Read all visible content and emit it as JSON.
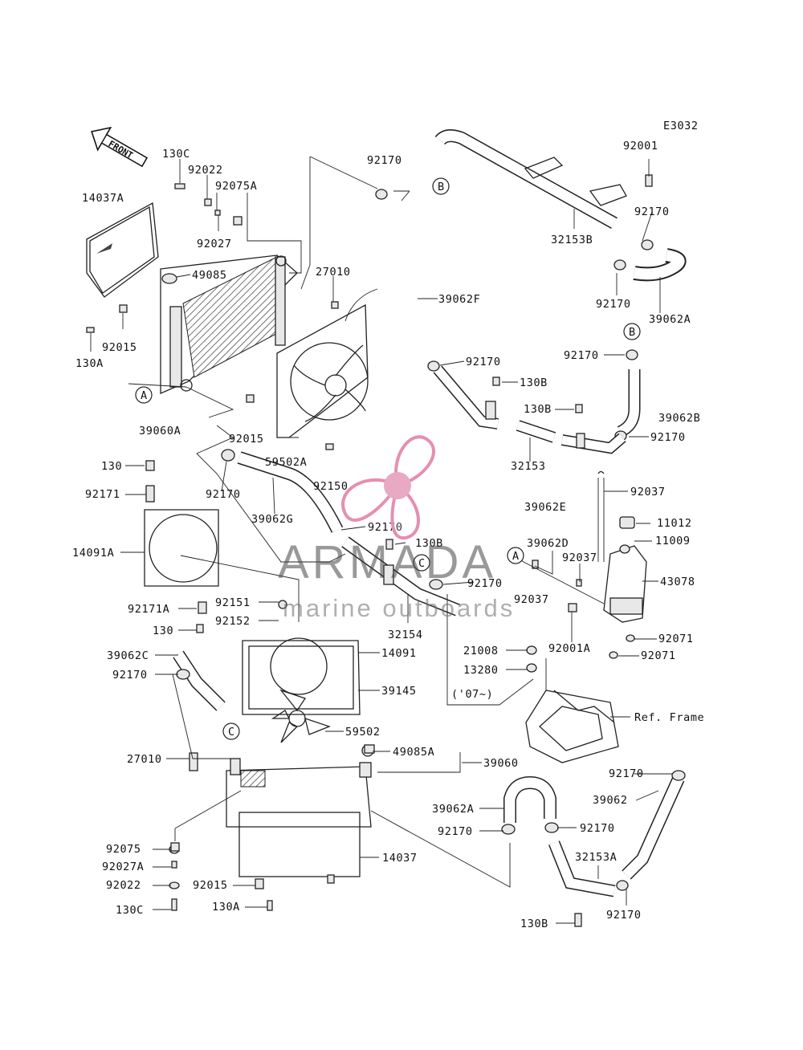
{
  "diagram_code": "E3032",
  "front_arrow": "FRONT",
  "callouts": {
    "A": "A",
    "B": "B",
    "C": "C"
  },
  "note_year": "('07~)",
  "ref_frame": "Ref. Frame",
  "watermark": {
    "brand": "ARMADA",
    "tagline": "marine outboards",
    "logo_color": "#e58fb0"
  },
  "parts": {
    "p130C_top": "130C",
    "p92022_top": "92022",
    "p92075A": "92075A",
    "p14037A": "14037A",
    "p92027_top": "92027",
    "p49085": "49085",
    "p27010_top": "27010",
    "p92015_top": "92015",
    "p130A_top": "130A",
    "p39060A": "39060A",
    "p92015_mid": "92015",
    "p59502A": "59502A",
    "p92150": "92150",
    "p92170_a": "92170",
    "p92170_b": "92170",
    "p39062F": "39062F",
    "p92170_c": "92170",
    "p92001": "92001",
    "p92170_d": "92170",
    "p32153B": "32153B",
    "p92170_e": "92170",
    "p39062A": "39062A",
    "p92170_f": "92170",
    "p130B_a": "130B",
    "p130B_b": "130B",
    "p39062B": "39062B",
    "p92170_g": "92170",
    "p32153": "32153",
    "p92037_a": "92037",
    "p39062E": "39062E",
    "p11012": "11012",
    "p11009": "11009",
    "p39062D": "39062D",
    "p92037_b": "92037",
    "p43078": "43078",
    "p92037_c": "92037",
    "p92001A": "92001A",
    "p92071_a": "92071",
    "p92071_b": "92071",
    "p130_top": "130",
    "p92171": "92171",
    "p14091A": "14091A",
    "p39062G": "39062G",
    "p92170_h": "92170",
    "p130B_c": "130B",
    "p92170_i": "92170",
    "p92171A": "92171A",
    "p130_mid": "130",
    "p92151": "92151",
    "p92152": "92152",
    "p32154": "32154",
    "p21008": "21008",
    "p13280": "13280",
    "p39062C": "39062C",
    "p14091": "14091",
    "p92170_j": "92170",
    "p39145": "39145",
    "p59502": "59502",
    "p27010_bot": "27010",
    "p49085A": "49085A",
    "p39060": "39060",
    "p92170_k": "92170",
    "p39062": "39062",
    "p39062A_b": "39062A",
    "p92170_l": "92170",
    "p92170_m": "92170",
    "p32153A": "32153A",
    "p92075": "92075",
    "p92027A": "92027A",
    "p92022_bot": "92022",
    "p92015_bot": "92015",
    "p14037": "14037",
    "p130C_bot": "130C",
    "p130A_bot": "130A",
    "p92170_n": "92170",
    "p130B_d": "130B"
  }
}
